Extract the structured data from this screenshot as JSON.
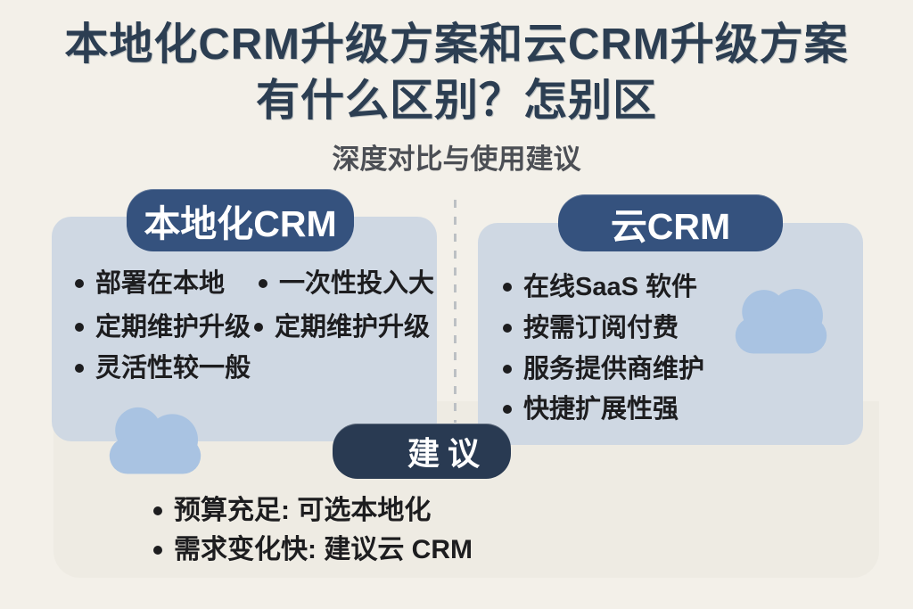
{
  "title": {
    "line1": "本地化CRM升级方案和云CRM升级方案",
    "line2": "有什么区别？怎别区",
    "subtitle": "深度对比与使用建议"
  },
  "left_panel": {
    "header": "本地化CRM",
    "col1": [
      "部署在本地",
      "定期维护升级",
      "灵活性较一般"
    ],
    "col2": [
      "一次性投入大",
      "定期维护升级"
    ]
  },
  "right_panel": {
    "header": "云CRM",
    "bullets": [
      "在线SaaS 软件",
      "按需订阅付费",
      "服务提供商维护",
      "快捷扩展性强"
    ]
  },
  "recommendation": {
    "header": "建议",
    "bullets": [
      "预算充足: 可选本地化",
      "需求变化快: 建议云 CRM"
    ]
  },
  "icons": {
    "left_cloud": "cloud-icon",
    "right_cloud": "cloud-icon"
  },
  "colors": {
    "background": "#f3f0e9",
    "panel_bg": "#cfd8e3",
    "header_badge": "#35527e",
    "recommend_badge": "#293a52",
    "cloud_icon": "#a9c3e2",
    "title_text": "#2c3e52",
    "subtitle_text": "#4c4f55",
    "body_text": "#1d1d1f"
  }
}
